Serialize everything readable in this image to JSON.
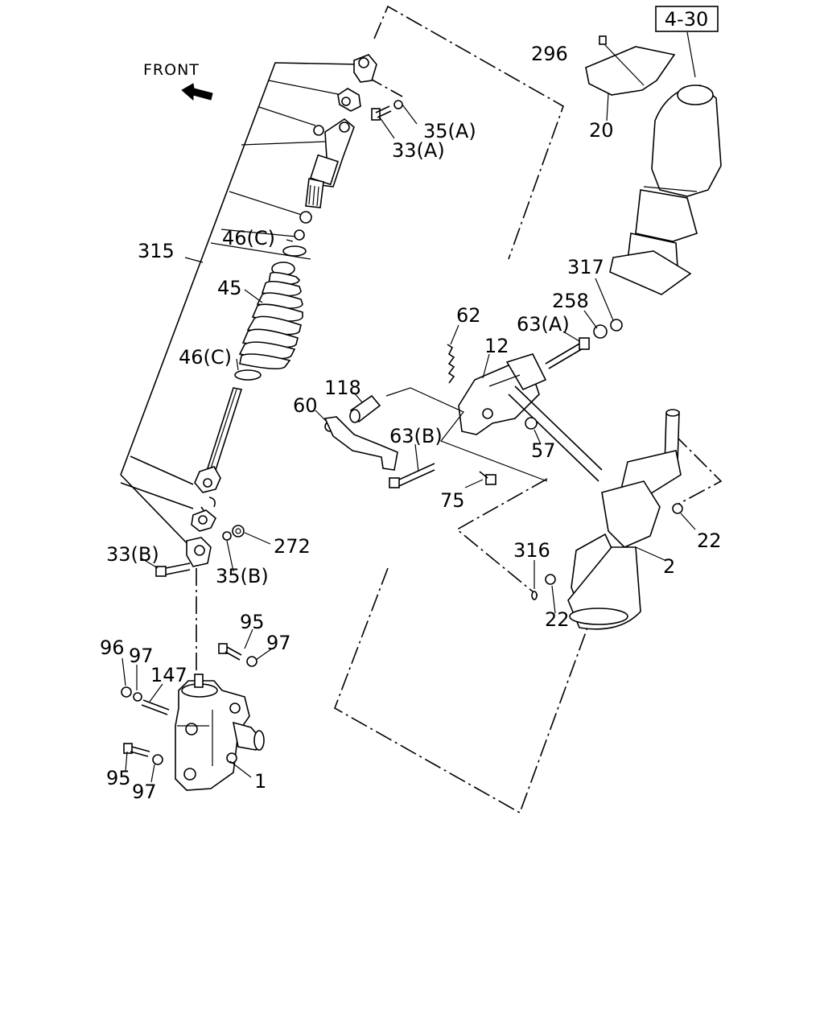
{
  "page_ref": "4-30",
  "front_label": "FRONT",
  "callouts": {
    "c296": "296",
    "c20": "20",
    "c35a": "35(A)",
    "c33a": "33(A)",
    "c315": "315",
    "c46c_top": "46(C)",
    "c45": "45",
    "c46c_bottom": "46(C)",
    "c317": "317",
    "c258": "258",
    "c63a": "63(A)",
    "c62": "62",
    "c12": "12",
    "c118": "118",
    "c60": "60",
    "c63b": "63(B)",
    "c57": "57",
    "c75": "75",
    "c22_right": "22",
    "c316": "316",
    "c2": "2",
    "c22_bottom": "22",
    "c33b": "33(B)",
    "c272": "272",
    "c35b": "35(B)",
    "c95_top": "95",
    "c97_right": "97",
    "c96": "96",
    "c97_left": "97",
    "c147": "147",
    "c95_bottom": "95",
    "c97_bottom": "97",
    "c1": "1"
  }
}
